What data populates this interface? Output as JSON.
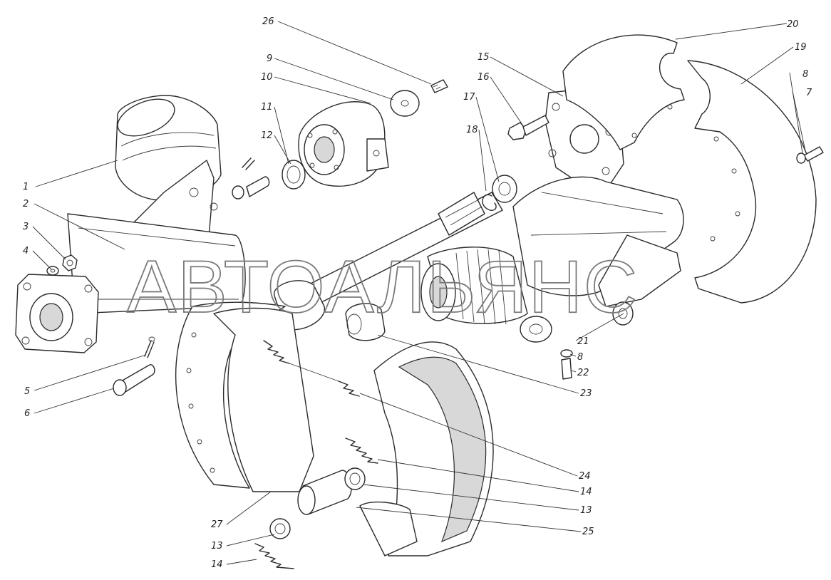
{
  "watermark": "АВТОАЛЬЯНС",
  "callouts": [
    {
      "id": "c1",
      "text": "1"
    },
    {
      "id": "c2",
      "text": "2"
    },
    {
      "id": "c3",
      "text": "3"
    },
    {
      "id": "c4",
      "text": "4"
    },
    {
      "id": "c5",
      "text": "5"
    },
    {
      "id": "c6",
      "text": "6"
    },
    {
      "id": "c26",
      "text": "26"
    },
    {
      "id": "c9",
      "text": "9"
    },
    {
      "id": "c10",
      "text": "10"
    },
    {
      "id": "c11",
      "text": "11"
    },
    {
      "id": "c12",
      "text": "12"
    },
    {
      "id": "c15",
      "text": "15"
    },
    {
      "id": "c16",
      "text": "16"
    },
    {
      "id": "c17",
      "text": "17"
    },
    {
      "id": "c18",
      "text": "18"
    },
    {
      "id": "c20",
      "text": "20"
    },
    {
      "id": "c19",
      "text": "19"
    },
    {
      "id": "c8a",
      "text": "8"
    },
    {
      "id": "c7",
      "text": "7"
    },
    {
      "id": "c21",
      "text": "21"
    },
    {
      "id": "c8b",
      "text": "8"
    },
    {
      "id": "c22",
      "text": "22"
    },
    {
      "id": "c23",
      "text": "23"
    },
    {
      "id": "c24",
      "text": "24"
    },
    {
      "id": "c14a",
      "text": "14"
    },
    {
      "id": "c13a",
      "text": "13"
    },
    {
      "id": "c25",
      "text": "25"
    },
    {
      "id": "c27",
      "text": "27"
    },
    {
      "id": "c13b",
      "text": "13"
    },
    {
      "id": "c14b",
      "text": "14"
    }
  ],
  "colors": {
    "line": "#2a2a2a",
    "watermark": "#7a7a7a",
    "background": "#ffffff"
  }
}
